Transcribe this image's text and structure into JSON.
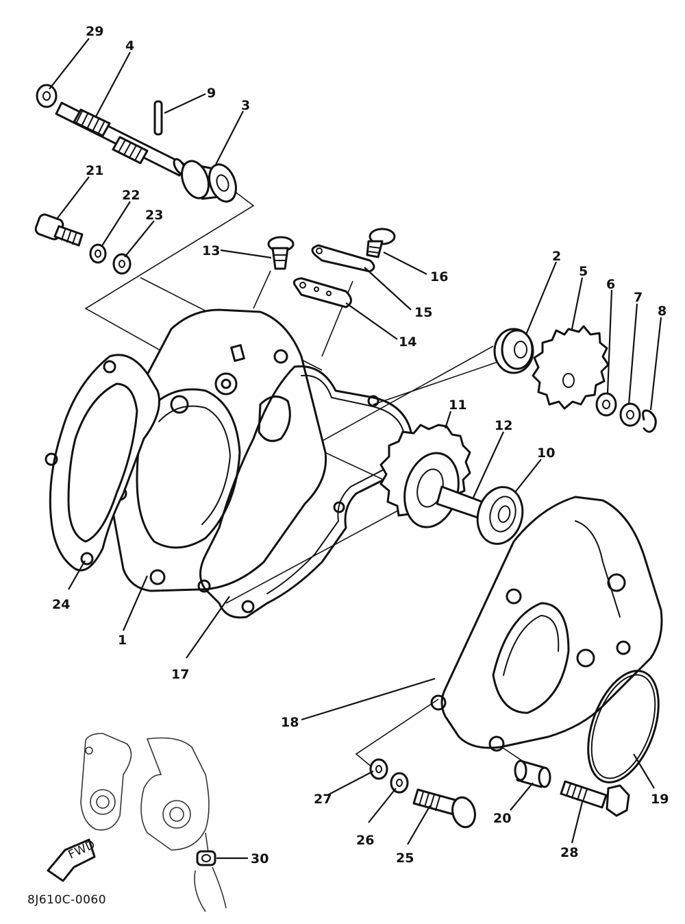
{
  "diagram": {
    "figure_code": "8J610C-0060",
    "fwd_tag": "FWD",
    "callouts": {
      "c1": "1",
      "c2": "2",
      "c3": "3",
      "c4": "4",
      "c5": "5",
      "c6": "6",
      "c7": "7",
      "c8": "8",
      "c9": "9",
      "c10": "10",
      "c11": "11",
      "c12": "12",
      "c13": "13",
      "c14": "14",
      "c15": "15",
      "c16": "16",
      "c17": "17",
      "c18": "18",
      "c19": "19",
      "c20": "20",
      "c21": "21",
      "c22": "22",
      "c23": "23",
      "c24": "24",
      "c25": "25",
      "c26": "26",
      "c27": "27",
      "c28": "28",
      "c29": "29",
      "c30": "30"
    }
  }
}
